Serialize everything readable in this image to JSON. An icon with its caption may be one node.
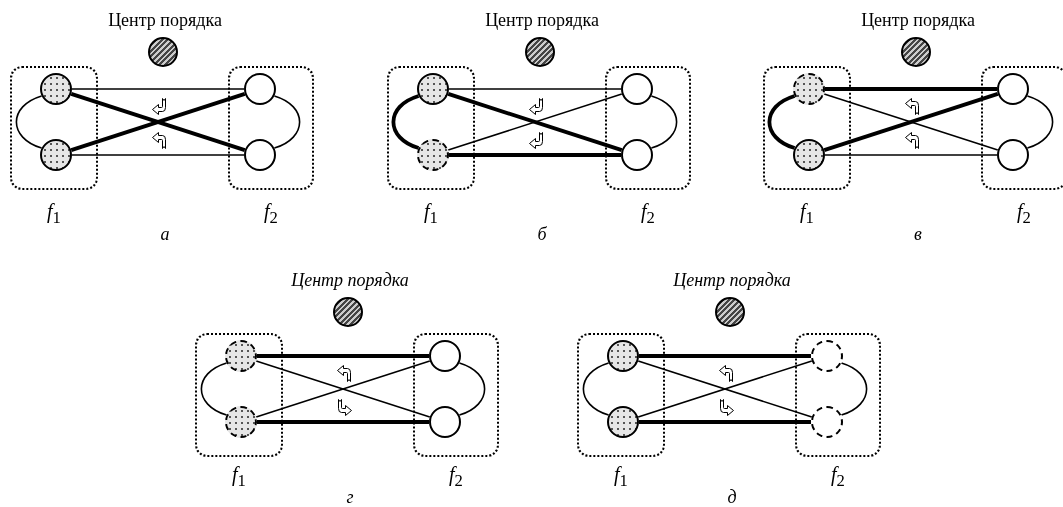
{
  "diagram": {
    "nodes": [
      {
        "text": [
          "Центр порядка"
        ]
      },
      {
        "text": [
          "*f*$_{1}$"
        ]
      },
      {
        "text": [],
        "shape": "circle",
        "in": 1
      },
      {
        "text": [],
        "shape": "circle",
        "in": 1
      },
      {
        "text": [
          "*f*$_{2}$"
        ]
      },
      {
        "text": [],
        "shape": "circle",
        "in": 4
      },
      {
        "text": [],
        "shape": "circle",
        "in": 4
      },
      {
        "text": [
          "Центр порядка"
        ]
      },
      {
        "text": [
          "*f*$_{1}$"
        ]
      },
      {
        "text": [],
        "shape": "circle",
        "in": 8
      },
      {
        "text": [],
        "shape": "circle",
        "in": 8
      },
      {
        "text": [
          "*f*$_{2}$"
        ]
      },
      {
        "text": [],
        "shape": "circle",
        "in": 11
      },
      {
        "text": [],
        "shape": "circle",
        "in": 11
      },
      {
        "text": [
          "Центр порядка"
        ]
      },
      {
        "text": [
          "*f*$_{1}$"
        ]
      },
      {
        "text": [],
        "shape": "circle",
        "in": 15
      },
      {
        "text": [],
        "shape": "circle",
        "in": 15
      },
      {
        "text": [
          "*f*$_{2}$"
        ]
      },
      {
        "text": [],
        "shape": "circle",
        "in": 18
      },
      {
        "text": [],
        "shape": "circle",
        "in": 18
      },
      {
        "text": [
          "Центр порядка"
        ]
      },
      {
        "text": [
          "*f*$_{1}$"
        ]
      },
      {
        "text": [],
        "shape": "circle",
        "in": 22
      },
      {
        "text": [],
        "shape": "circle",
        "in": 22
      },
      {
        "text": [
          "*f*$_{2}$"
        ]
      },
      {
        "text": [],
        "shape": "circle",
        "in": 25
      },
      {
        "text": [],
        "shape": "circle",
        "in": 25
      },
      {
        "text": [
          "Центр порядка"
        ]
      },
      {
        "text": [
          "*f*$_{1}$"
        ]
      },
      {
        "text": [],
        "shape": "circle",
        "in": 29
      },
      {
        "text": [],
        "shape": "circle",
        "in": 29
      },
      {
        "text": [
          "*f*$_{2}$"
        ]
      },
      {
        "text": [],
        "shape": "circle",
        "in": 32
      },
      {
        "text": [],
        "shape": "circle",
        "in": 32
      }
    ],
    "edges": [
      {
        "from": 2,
        "to": 3,
        "arrow": "none"
      },
      {
        "from": 2,
        "to": 5,
        "arrow": "none"
      },
      {
        "from": 2,
        "to": 6,
        "arrow": "none",
        "style": "thick"
      },
      {
        "from": 3,
        "to": 5,
        "arrow": "none",
        "style": "thick"
      },
      {
        "from": 3,
        "to": 6,
        "arrow": "none"
      },
      {
        "from": 5,
        "to": 6,
        "arrow": "none"
      },
      {
        "from": 9,
        "to": 10,
        "arrow": "none",
        "style": "thick"
      },
      {
        "from": 9,
        "to": 12,
        "arrow": "none"
      },
      {
        "from": 9,
        "to": 13,
        "arrow": "none",
        "style": "thick"
      },
      {
        "from": 10,
        "to": 12,
        "arrow": "none"
      },
      {
        "from": 10,
        "to": 13,
        "arrow": "none",
        "style": "thick"
      },
      {
        "from": 12,
        "to": 13,
        "arrow": "none"
      },
      {
        "from": 16,
        "to": 17,
        "arrow": "none",
        "style": "thick"
      },
      {
        "from": 16,
        "to": 19,
        "arrow": "none",
        "style": "thick"
      },
      {
        "from": 16,
        "to": 20,
        "arrow": "none"
      },
      {
        "from": 17,
        "to": 19,
        "arrow": "none",
        "style": "thick"
      },
      {
        "from": 17,
        "to": 20,
        "arrow": "none"
      },
      {
        "from": 19,
        "to": 20,
        "arrow": "none"
      },
      {
        "from": 23,
        "to": 24,
        "arrow": "none"
      },
      {
        "from": 23,
        "to": 26,
        "arrow": "none",
        "style": "thick"
      },
      {
        "from": 23,
        "to": 27,
        "arrow": "none"
      },
      {
        "from": 24,
        "to": 26,
        "arrow": "none"
      },
      {
        "from": 24,
        "to": 27,
        "arrow": "none",
        "style": "thick"
      },
      {
        "from": 26,
        "to": 27,
        "arrow": "none"
      },
      {
        "from": 30,
        "to": 31,
        "arrow": "none"
      },
      {
        "from": 30,
        "to": 33,
        "arrow": "none",
        "style": "thick"
      },
      {
        "from": 30,
        "to": 34,
        "arrow": "none"
      },
      {
        "from": 31,
        "to": 33,
        "arrow": "none"
      },
      {
        "from": 31,
        "to": 34,
        "arrow": "none",
        "style": "thick"
      },
      {
        "from": 33,
        "to": 34,
        "arrow": "none"
      }
    ],
    "labels": [
      "а",
      "б",
      "в",
      "г",
      "д"
    ]
  }
}
